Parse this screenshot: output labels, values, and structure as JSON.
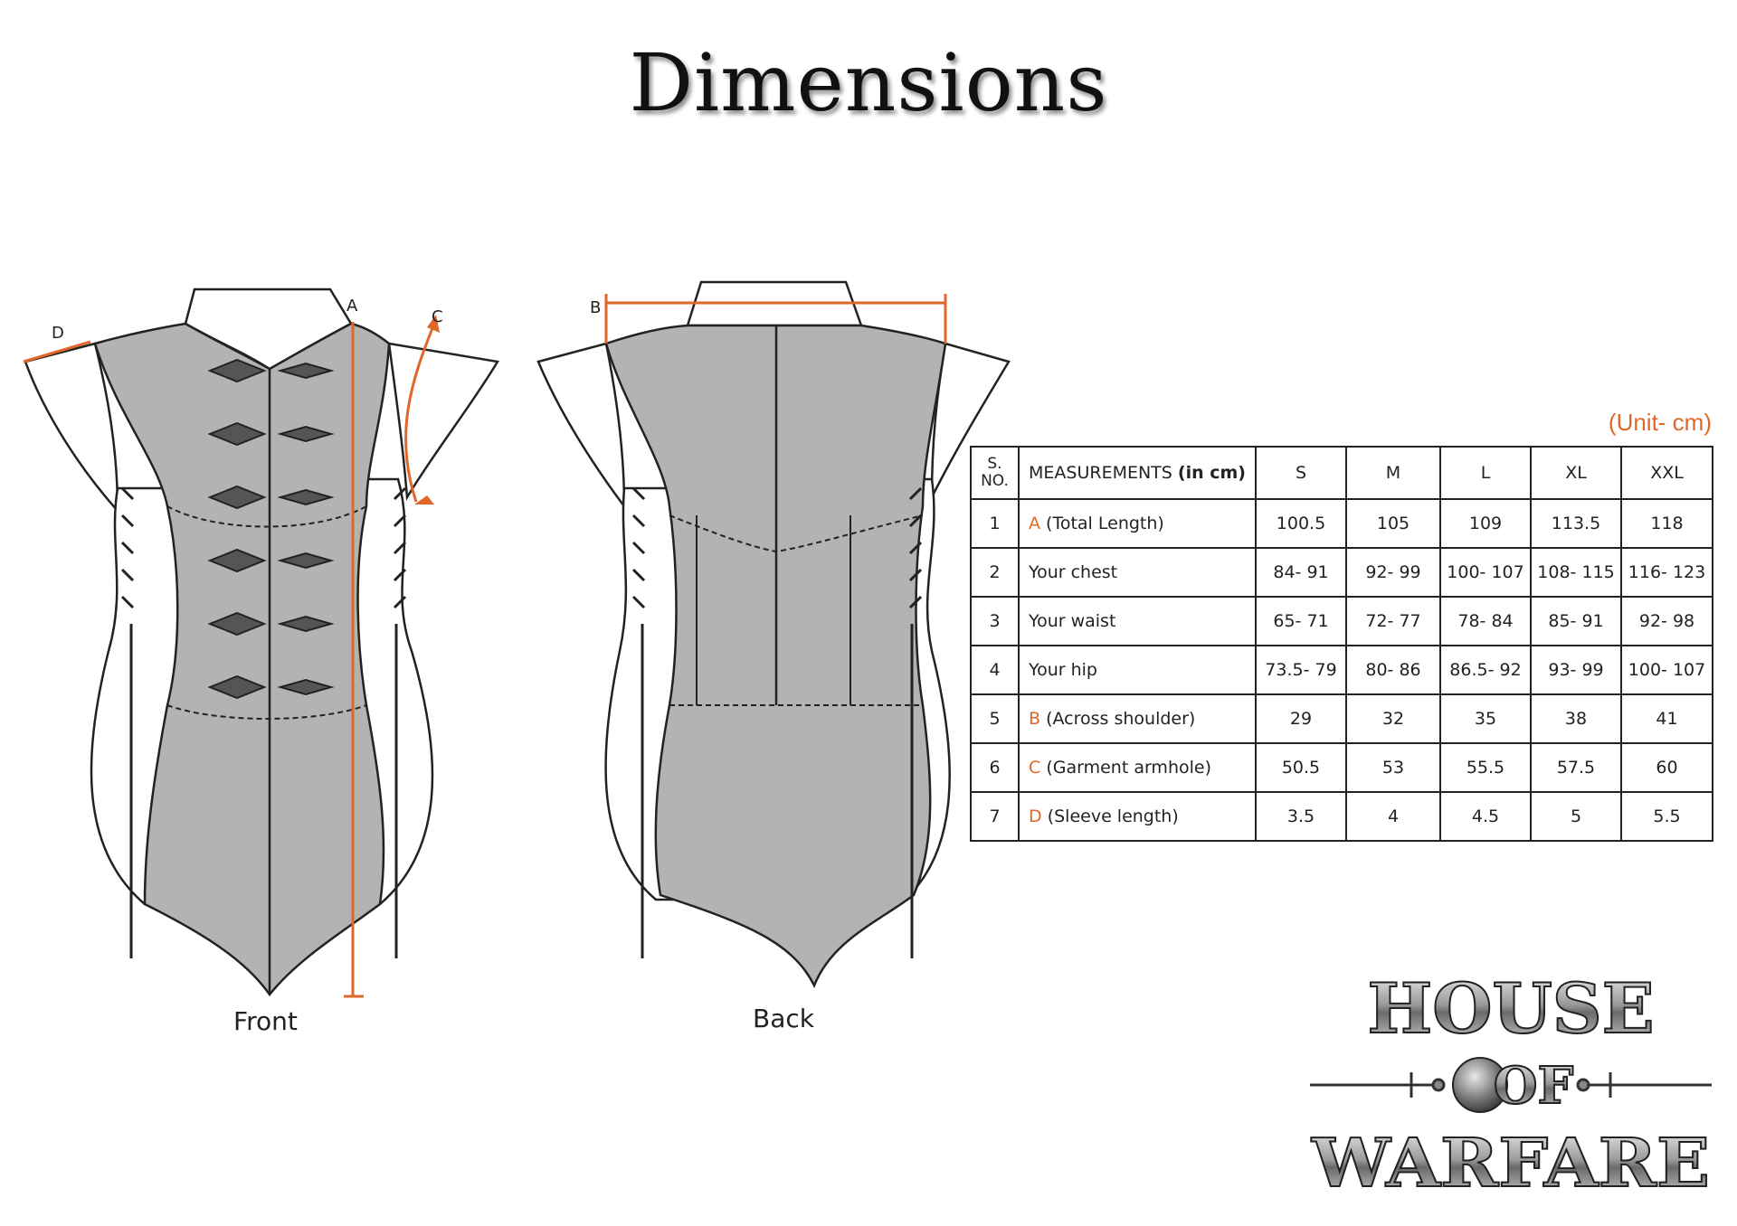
{
  "title": "Dimensions",
  "figures": {
    "front_label": "Front",
    "back_label": "Back",
    "marker_a": "A",
    "marker_b": "B",
    "marker_c": "C",
    "marker_d": "D"
  },
  "unit_note": "(Unit- cm)",
  "table": {
    "sno_header": "S. NO.",
    "measurement_header": "MEASUREMENTS",
    "measurement_header_suffix": "(in cm)",
    "size_headers": [
      "S",
      "M",
      "L",
      "XL",
      "XXL"
    ],
    "rows": [
      {
        "no": "1",
        "letter": "A",
        "label": "(Total Length)",
        "values": [
          "100.5",
          "105",
          "109",
          "113.5",
          "118"
        ]
      },
      {
        "no": "2",
        "letter": "",
        "label": "Your chest",
        "values": [
          "84- 91",
          "92- 99",
          "100- 107",
          "108- 115",
          "116- 123"
        ]
      },
      {
        "no": "3",
        "letter": "",
        "label": "Your waist",
        "values": [
          "65- 71",
          "72- 77",
          "78- 84",
          "85- 91",
          "92- 98"
        ]
      },
      {
        "no": "4",
        "letter": "",
        "label": "Your hip",
        "values": [
          "73.5- 79",
          "80- 86",
          "86.5- 92",
          "93- 99",
          "100- 107"
        ]
      },
      {
        "no": "5",
        "letter": "B",
        "label": "(Across shoulder)",
        "values": [
          "29",
          "32",
          "35",
          "38",
          "41"
        ]
      },
      {
        "no": "6",
        "letter": "C",
        "label": "(Garment armhole)",
        "values": [
          "50.5",
          "53",
          "55.5",
          "57.5",
          "60"
        ]
      },
      {
        "no": "7",
        "letter": "D",
        "label": "(Sleeve length)",
        "values": [
          "3.5",
          "4",
          "4.5",
          "5",
          "5.5"
        ]
      }
    ]
  },
  "logo": {
    "line1": "HOUSE",
    "line2": "OF",
    "line3": "WARFARE"
  },
  "colors": {
    "accent": "#e0662a",
    "garment_fill": "#b3b3b3",
    "outline": "#222222"
  }
}
